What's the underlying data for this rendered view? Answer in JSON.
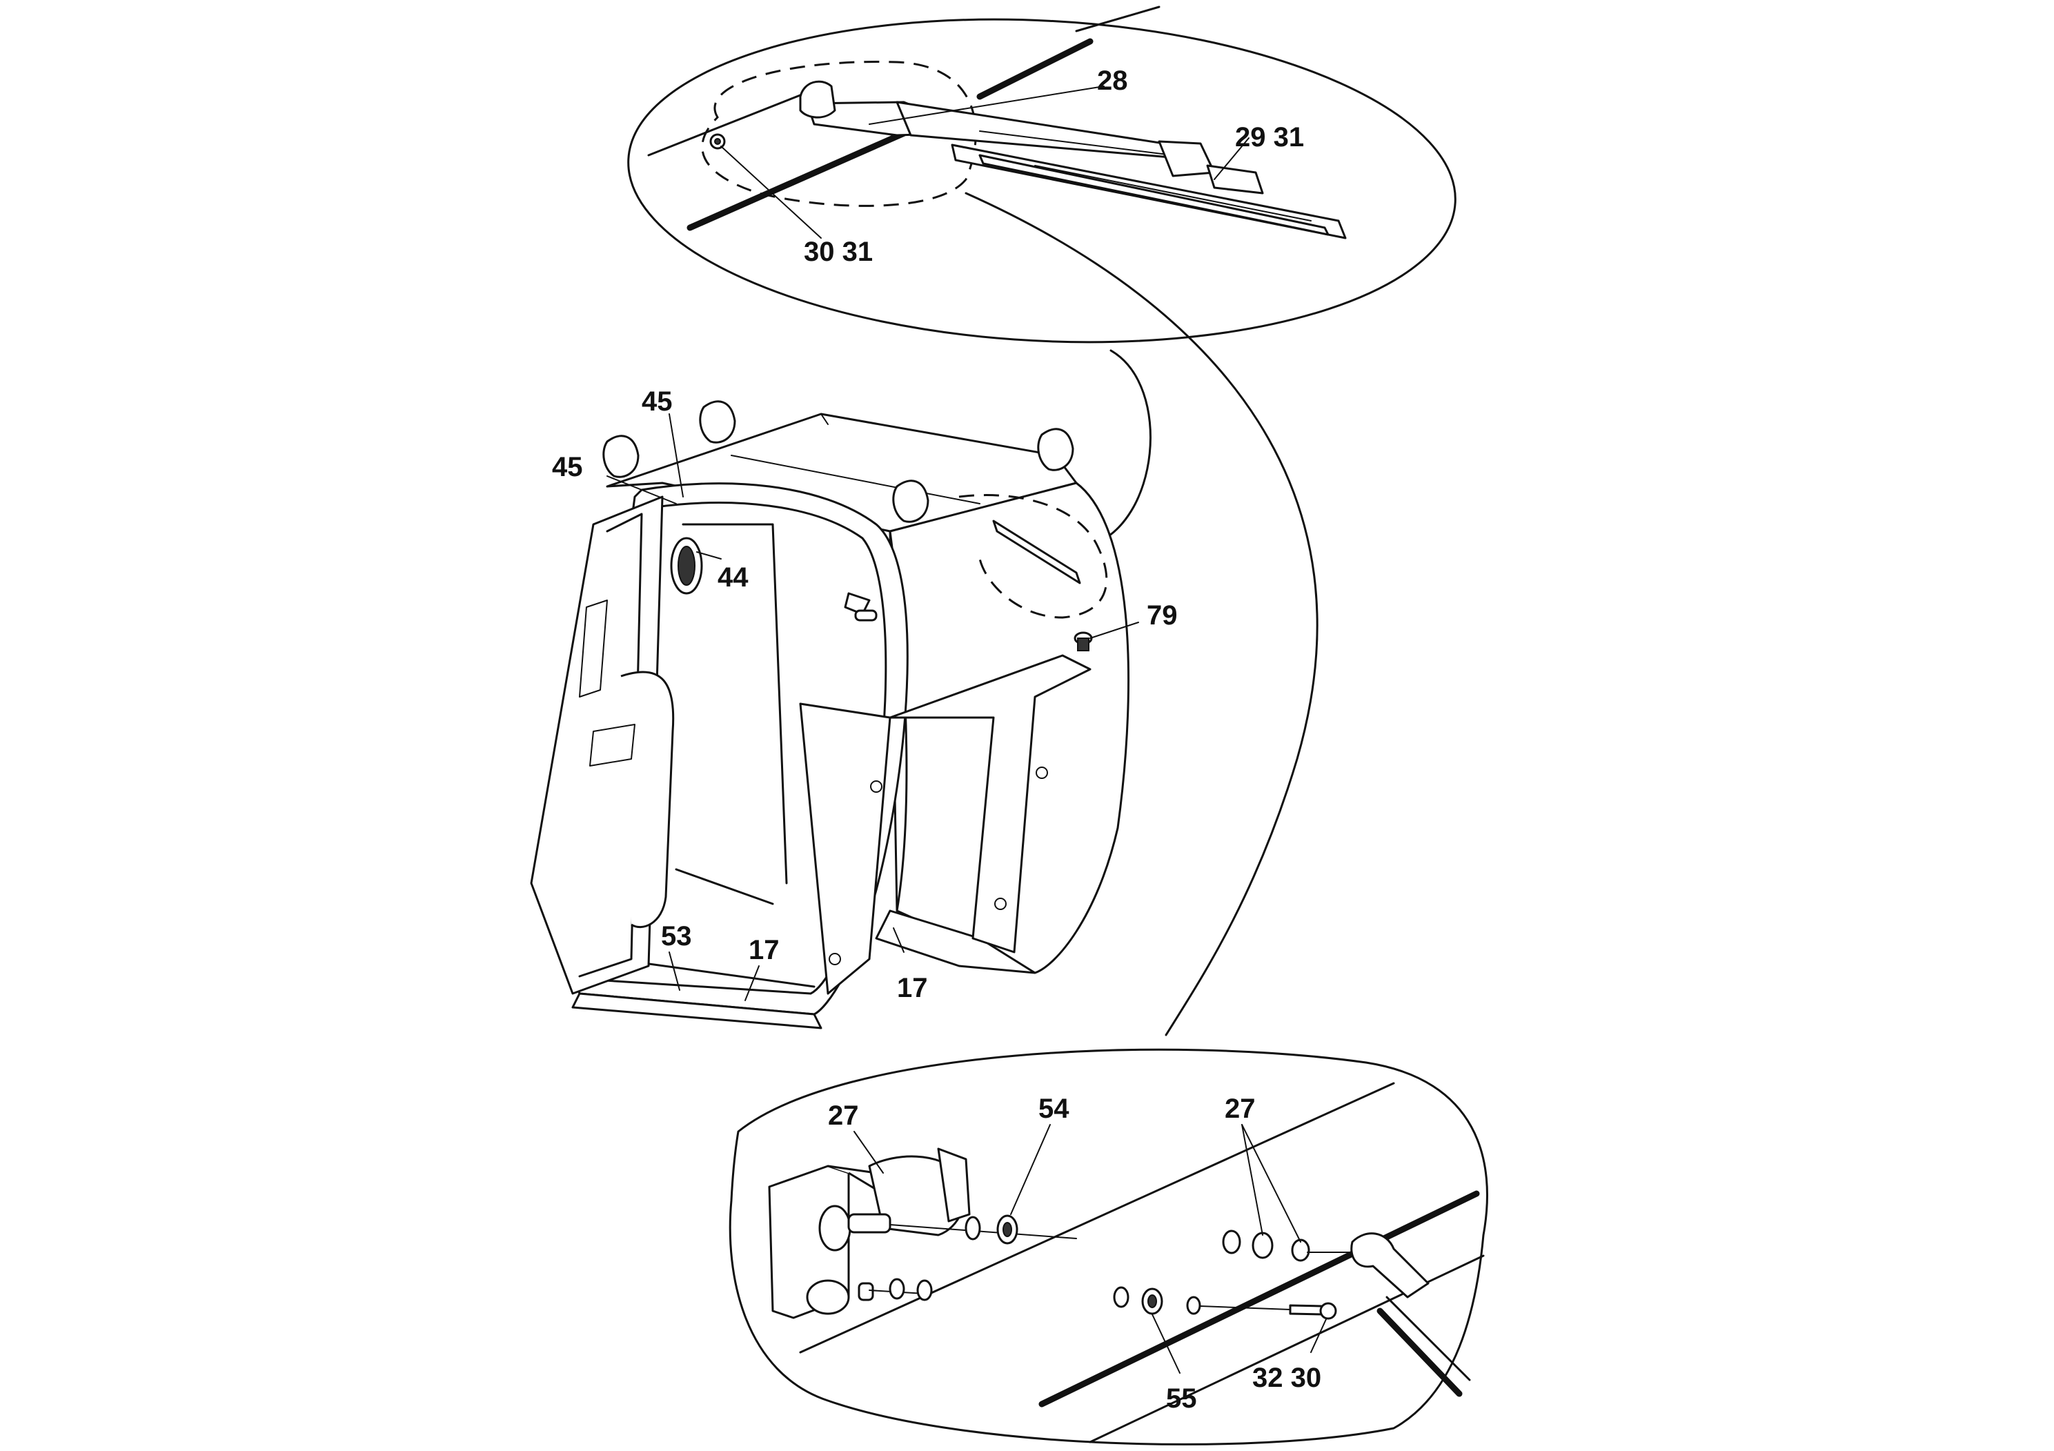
{
  "callouts": {
    "c28": "28",
    "c29_31": "29 31",
    "c30_31": "30 31",
    "c45a": "45",
    "c45b": "45",
    "c44": "44",
    "c79": "79",
    "c53": "53",
    "c17a": "17",
    "c17b": "17",
    "c27a": "27",
    "c54": "54",
    "c27b": "27",
    "c55": "55",
    "c32_30": "32 30"
  },
  "colors": {
    "line": "#111111",
    "background": "#ffffff"
  }
}
